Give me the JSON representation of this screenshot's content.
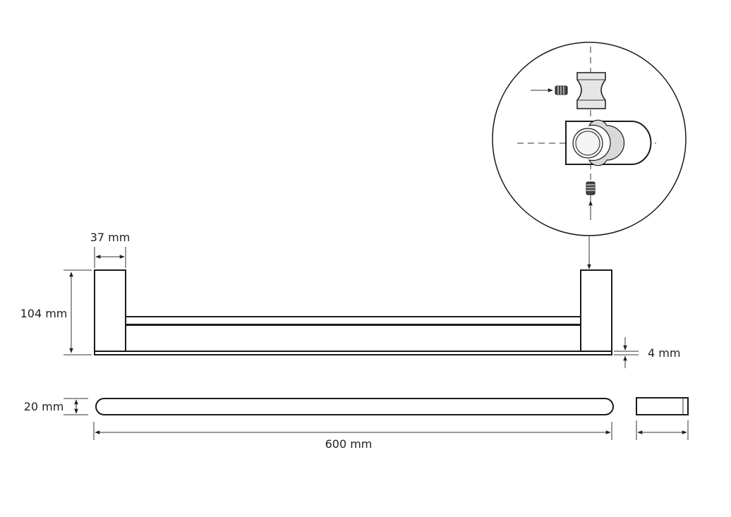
{
  "dimensions": {
    "width_37": "37 mm",
    "height_104": "104 mm",
    "thickness_4": "4 mm",
    "depth_20": "20 mm",
    "length_600": "600 mm"
  },
  "colors": {
    "line": "#1a1a1a",
    "background": "#ffffff"
  }
}
